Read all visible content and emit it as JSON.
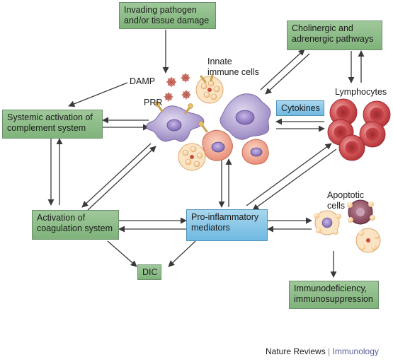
{
  "boxes": {
    "invading": [
      "Invading pathogen",
      "and/or tissue damage"
    ],
    "cholinergic": [
      "Cholinergic and",
      "adrenergic pathways"
    ],
    "complement": [
      "Systemic activation of",
      "complement system"
    ],
    "cytokines": "Cytokines",
    "coagulation": [
      "Activation of",
      "coagulation system"
    ],
    "proinflammatory": [
      "Pro-inflammatory",
      "mediators"
    ],
    "dic": "DIC",
    "immunodeficiency": [
      "Immunodeficiency,",
      "immunosuppression"
    ]
  },
  "labels": {
    "damp": "DAMP",
    "prr": "PRR",
    "innate": [
      "Innate",
      "immune cells"
    ],
    "lymphocytes": "Lymphocytes",
    "apoptotic": [
      "Apoptotic",
      "cells"
    ]
  },
  "credit": {
    "journal": "Nature Reviews",
    "separator": "|",
    "section": "Immunology"
  },
  "colors": {
    "green_box": "#8fbf8a",
    "blue_box": "#7fc2e6",
    "arrow": "#3a3a3a",
    "lymphocyte": "#c8464a",
    "immune_cell": "#a593c7",
    "macrophage": "#f0a489",
    "granule": "#f3c48c"
  }
}
